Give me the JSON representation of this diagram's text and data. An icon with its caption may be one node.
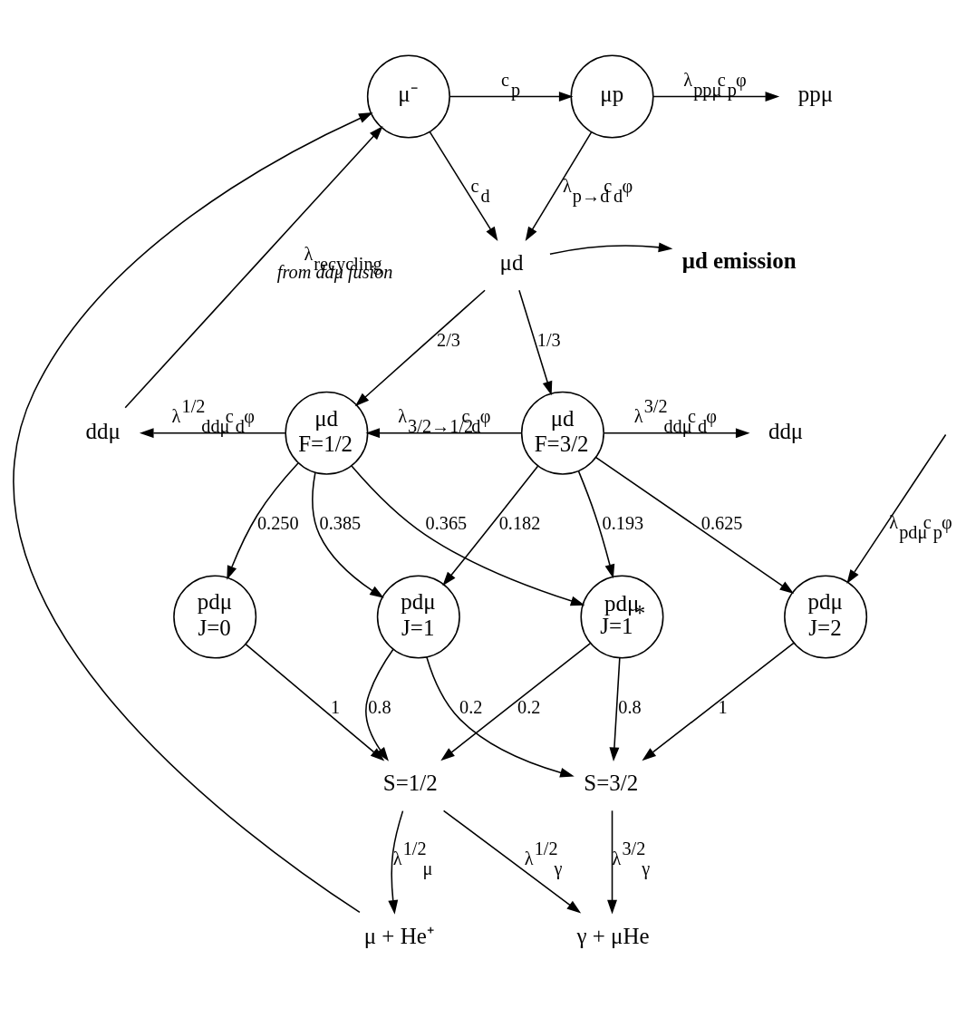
{
  "diagram": {
    "nodes": [
      {
        "text": [
          "μ⁻"
        ]
      },
      {
        "text": [
          "μp"
        ]
      },
      {
        "text": [
          "ppμ"
        ]
      },
      {
        "text": [
          "μd"
        ]
      },
      {
        "text": [
          "μd emission"
        ]
      },
      {
        "text": [
          "ddμ"
        ]
      },
      {
        "text": [
          "μd",
          "F=1/2"
        ]
      },
      {
        "text": [
          "μd",
          "F=3/2"
        ]
      },
      {
        "text": [
          "ddμ"
        ]
      },
      {
        "text": [
          "pdμ",
          "J=0"
        ]
      },
      {
        "text": [
          "pdμ",
          "J=1"
        ]
      },
      {
        "text": [
          "pdμ",
          "J=1$^{*}$"
        ]
      },
      {
        "text": [
          "pdμ",
          "J=2"
        ]
      },
      {
        "text": [
          "S=1/2"
        ]
      },
      {
        "text": [
          "S=3/2"
        ]
      },
      {
        "text": [
          "μ + He⁺"
        ]
      },
      {
        "text": [
          "γ + μHe"
        ]
      }
    ],
    "edges": [
      {
        "from": 0,
        "to": 1,
        "arrow": "to",
        "label": "c$_{p}$"
      },
      {
        "from": 1,
        "to": 2,
        "arrow": "to",
        "label": "λ$_{ppμ}$c$_{p}$φ"
      },
      {
        "from": 0,
        "to": 3,
        "arrow": "to",
        "label": "c$_{d}$"
      },
      {
        "from": 1,
        "to": 3,
        "arrow": "to",
        "label": "λ$_{p→d}$c$_{d}$φ"
      },
      {
        "from": 3,
        "to": 4,
        "arrow": "to"
      },
      {
        "from": 3,
        "to": 6,
        "arrow": "to",
        "label": "2/3"
      },
      {
        "from": 3,
        "to": 7,
        "arrow": "to",
        "label": "1/3"
      },
      {
        "from": 6,
        "to": 5,
        "arrow": "to",
        "label": "λ$^{1/2}$$_{ddμ}$c$_{d}$φ"
      },
      {
        "from": 7,
        "to": 6,
        "arrow": "to",
        "label": "λ$_{3/2→1/2}$c$_{d}$φ"
      },
      {
        "from": 7,
        "to": 8,
        "arrow": "to",
        "label": "λ$^{3/2}$$_{ddμ}$c$_{d}$φ"
      },
      {
        "from": 5,
        "to": 0,
        "arrow": "to",
        "label": "λ$_{recycling}$ *from ddμ fusion*"
      },
      {
        "from": 15,
        "to": 0,
        "arrow": "to"
      },
      {
        "from": 6,
        "to": 9,
        "arrow": "to",
        "label": "0.250"
      },
      {
        "from": 6,
        "to": 10,
        "arrow": "to",
        "label": "0.385"
      },
      {
        "from": 6,
        "to": 11,
        "arrow": "to",
        "label": "0.365"
      },
      {
        "from": 7,
        "to": 10,
        "arrow": "to",
        "label": "0.182"
      },
      {
        "from": 7,
        "to": 11,
        "arrow": "to",
        "label": "0.193"
      },
      {
        "from": 7,
        "to": 12,
        "arrow": "to",
        "label": "0.625"
      },
      {
        "from": null,
        "to": 12,
        "arrow": "to",
        "label": "λ$_{pdμ}$c$_{p}$φ"
      },
      {
        "from": 9,
        "to": 13,
        "arrow": "to",
        "label": "1"
      },
      {
        "from": 10,
        "to": 13,
        "arrow": "to",
        "label": "0.8"
      },
      {
        "from": 10,
        "to": 14,
        "arrow": "to",
        "label": "0.2"
      },
      {
        "from": 11,
        "to": 13,
        "arrow": "to",
        "label": "0.2"
      },
      {
        "from": 11,
        "to": 14,
        "arrow": "to",
        "label": "0.8"
      },
      {
        "from": 12,
        "to": 14,
        "arrow": "to",
        "label": "1"
      },
      {
        "from": 13,
        "to": 15,
        "arrow": "to",
        "label": "λ$^{1/2}$$_{μ}$"
      },
      {
        "from": 13,
        "to": 16,
        "arrow": "to",
        "label": "λ$^{1/2}$$_{γ}$"
      },
      {
        "from": 14,
        "to": 16,
        "arrow": "to",
        "label": "λ$^{3/2}$$_{γ}$"
      }
    ]
  }
}
